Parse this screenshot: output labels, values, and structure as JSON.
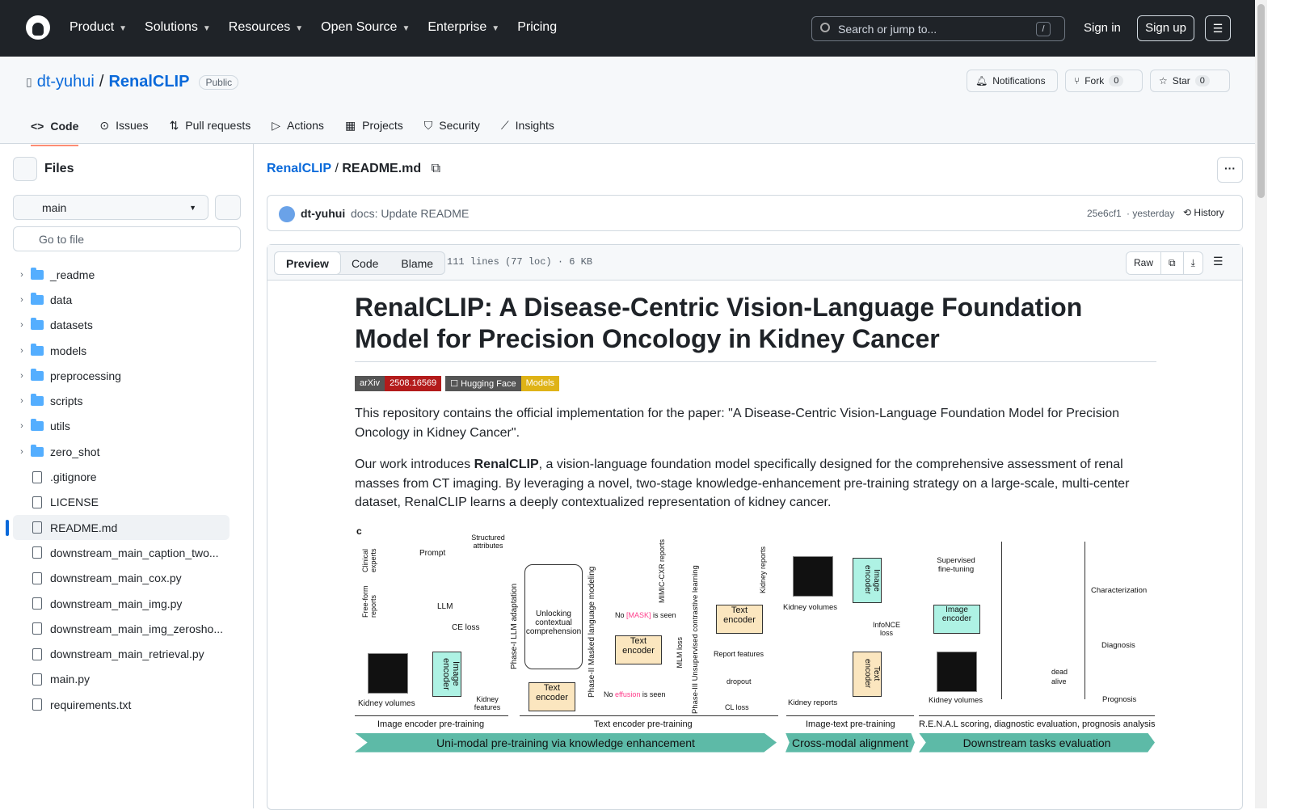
{
  "header": {
    "nav": [
      "Product",
      "Solutions",
      "Resources",
      "Open Source",
      "Enterprise",
      "Pricing"
    ],
    "search_placeholder": "Search or jump to...",
    "search_key": "/",
    "sign_in": "Sign in",
    "sign_up": "Sign up"
  },
  "repo": {
    "owner": "dt-yuhui",
    "name": "RenalCLIP",
    "visibility": "Public",
    "notifications": "Notifications",
    "fork": "Fork",
    "fork_count": "0",
    "star": "Star",
    "star_count": "0",
    "tabs": [
      "Code",
      "Issues",
      "Pull requests",
      "Actions",
      "Projects",
      "Security",
      "Insights"
    ]
  },
  "sidebar": {
    "title": "Files",
    "branch": "main",
    "goto_placeholder": "Go to file",
    "folders": [
      "_readme",
      "data",
      "datasets",
      "models",
      "preprocessing",
      "scripts",
      "utils",
      "zero_shot"
    ],
    "files": [
      ".gitignore",
      "LICENSE",
      "README.md",
      "downstream_main_caption_two...",
      "downstream_main_cox.py",
      "downstream_main_img.py",
      "downstream_main_img_zerosho...",
      "downstream_main_retrieval.py",
      "main.py",
      "requirements.txt"
    ],
    "selected": "README.md"
  },
  "file": {
    "repo_link": "RenalCLIP",
    "sep": "/",
    "name": "README.md",
    "commit": {
      "author": "dt-yuhui",
      "message": "docs: Update README",
      "sha": "25e6cf1",
      "time": "· yesterday",
      "history": "History"
    },
    "views": [
      "Preview",
      "Code",
      "Blame"
    ],
    "meta": "111 lines (77 loc) · 6 KB",
    "tools": [
      "Raw"
    ]
  },
  "readme": {
    "title": "RenalCLIP: A Disease-Centric Vision-Language Foundation Model for Precision Oncology in Kidney Cancer",
    "badges": [
      {
        "left": "arXiv",
        "right": "2508.16569",
        "color": "#b31b1b"
      },
      {
        "left": "☐ Hugging Face",
        "right": "Models",
        "color": "#dfb317"
      }
    ],
    "p1": "This repository contains the official implementation for the paper: \"A Disease-Centric Vision-Language Foundation Model for Precision Oncology in Kidney Cancer\".",
    "p2_pre": "Our work introduces ",
    "p2_bold": "RenalCLIP",
    "p2_post": ", a vision-language foundation model specifically designed for the comprehensive assessment of renal masses from CT imaging. By leveraging a novel, two-stage knowledge-enhancement pre-training strategy on a large-scale, multi-center dataset, RenalCLIP learns a deeply contextualized representation of kidney cancer.",
    "figure": {
      "panel": "c",
      "clinical": "Clinical experts",
      "freeform": "Free-form reports",
      "prompt": "Prompt",
      "llm": "LLM",
      "structured": "Structured attributes",
      "ce_loss": "CE loss",
      "kidney_volumes": "Kidney volumes",
      "image_encoder": "Image encoder",
      "kidney_features": "Kidney features",
      "phase1": "Phase-I LLM adaptation",
      "unlock": "Unlocking contextual comprehension",
      "text_encoder": "Text encoder",
      "phase2": "Phase-II Masked language modeling",
      "mimic": "MIMIC-CXR reports",
      "mask_pre": "No ",
      "mask": "[MASK]",
      "mask_post": " is seen",
      "eff": "effusion",
      "mlm": "MLM loss",
      "phase3": "Phase-III Unsupervised contrastive learning",
      "kidney_reports": "Kidney reports",
      "report_features": "Report features",
      "dropout": "dropout",
      "cl_loss": "CL loss",
      "infonce": "InfoNCE loss",
      "supervised": "Supervised fine-tuning",
      "dead": "dead",
      "alive": "alive",
      "characterization": "Characterization",
      "diagnosis": "Diagnosis",
      "prognosis": "Prognosis",
      "sec1": "Image encoder pre-training",
      "sec2": "Text encoder pre-training",
      "sec3": "Image-text pre-training",
      "sec4": "R.E.N.A.L scoring, diagnostic evaluation, prognosis analysis",
      "ban1": "Uni-modal pre-training via knowledge enhancement",
      "ban2": "Cross-modal alignment",
      "ban3": "Downstream tasks evaluation",
      "accent": "#5dbaa7"
    }
  }
}
